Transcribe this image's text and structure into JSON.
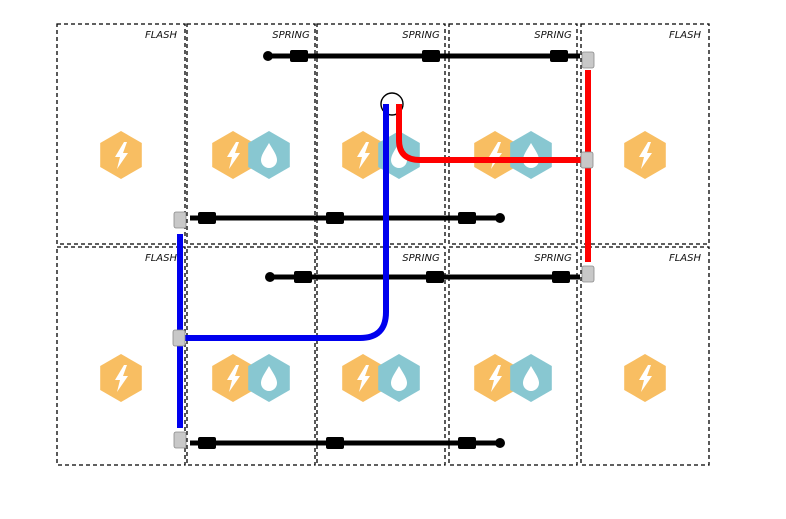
{
  "colors": {
    "flash_badge": "#F8BE62",
    "water_badge": "#88C7D1",
    "pipe_blue": "#0000EE",
    "pipe_red": "#FF0000",
    "conduit": "#000000",
    "fitting": "#C8C8C8",
    "border": "#000000",
    "background": "#FFFFFF"
  },
  "icons": {
    "flash": "lightning-bolt-icon",
    "water": "water-drop-icon"
  },
  "rows": [
    {
      "cells": [
        {
          "label": "FLASH",
          "badges": [
            "flash"
          ]
        },
        {
          "label": "SPRING",
          "badges": [
            "flash",
            "water"
          ]
        },
        {
          "label": "SPRING",
          "badges": [
            "flash",
            "water"
          ]
        },
        {
          "label": "SPRING",
          "badges": [
            "flash",
            "water"
          ]
        },
        {
          "label": "FLASH",
          "badges": [
            "flash"
          ]
        }
      ]
    },
    {
      "cells": [
        {
          "label": "FLASH",
          "badges": [
            "flash"
          ]
        },
        {
          "label": "",
          "badges": [
            "flash",
            "water"
          ]
        },
        {
          "label": "SPRING",
          "badges": [
            "flash",
            "water"
          ]
        },
        {
          "label": "SPRING",
          "badges": [
            "flash",
            "water"
          ]
        },
        {
          "label": "FLASH",
          "badges": [
            "flash"
          ]
        }
      ]
    }
  ]
}
